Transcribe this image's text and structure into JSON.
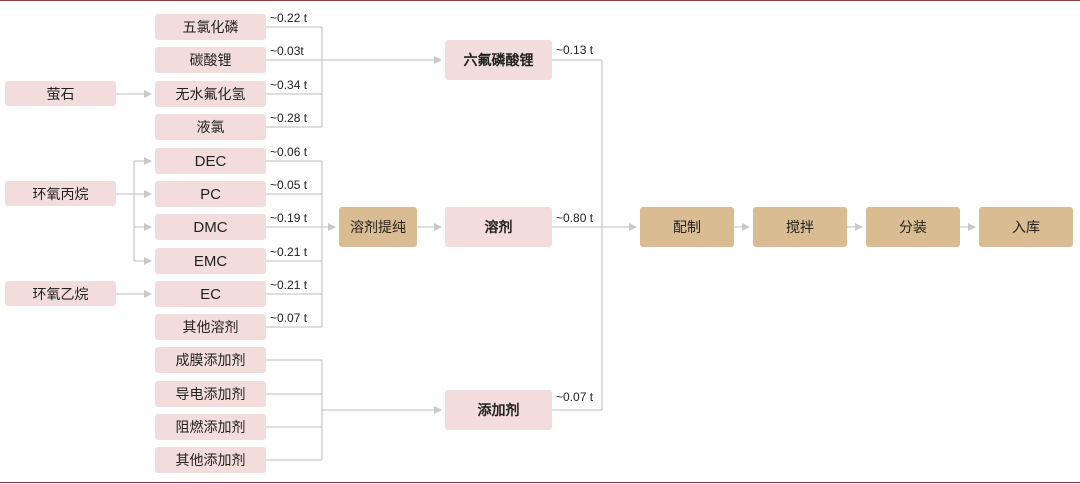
{
  "colors": {
    "rule": "#8b3a3a",
    "pink_box": "#f2dcdc",
    "tan_box": "#d9bc92",
    "line": "#c9c9c9"
  },
  "materials": {
    "pcl5": "五氯化磷",
    "li2co3": "碳酸锂",
    "fluorite": "萤石",
    "ahf": "无水氟化氢",
    "liquid_cl": "液氯",
    "propylene_oxide": "环氧丙烷",
    "dec": "DEC",
    "pc": "PC",
    "dmc": "DMC",
    "emc": "EMC",
    "ethylene_oxide": "环氧乙烷",
    "ec": "EC",
    "other_solvent": "其他溶剂",
    "film_additive": "成膜添加剂",
    "conductive_additive": "导电添加剂",
    "flame_additive": "阻燃添加剂",
    "other_additive": "其他添加剂"
  },
  "intermediates": {
    "lipf6": "六氟磷酸锂",
    "purify": "溶剂提纯",
    "solvent": "溶剂",
    "additive": "添加剂"
  },
  "process": [
    "配制",
    "搅拌",
    "分装",
    "入库"
  ],
  "quantities": {
    "pcl5": "~0.22 t",
    "li2co3": "~0.03t",
    "ahf": "~0.34 t",
    "liquid_cl": "~0.28 t",
    "dec": "~0.06 t",
    "pc": "~0.05 t",
    "dmc": "~0.19 t",
    "emc": "~0.21 t",
    "ec": "~0.21 t",
    "other_solvent": "~0.07 t",
    "lipf6": "~0.13 t",
    "solvent": "~0.80 t",
    "additive": "~0.07 t"
  }
}
